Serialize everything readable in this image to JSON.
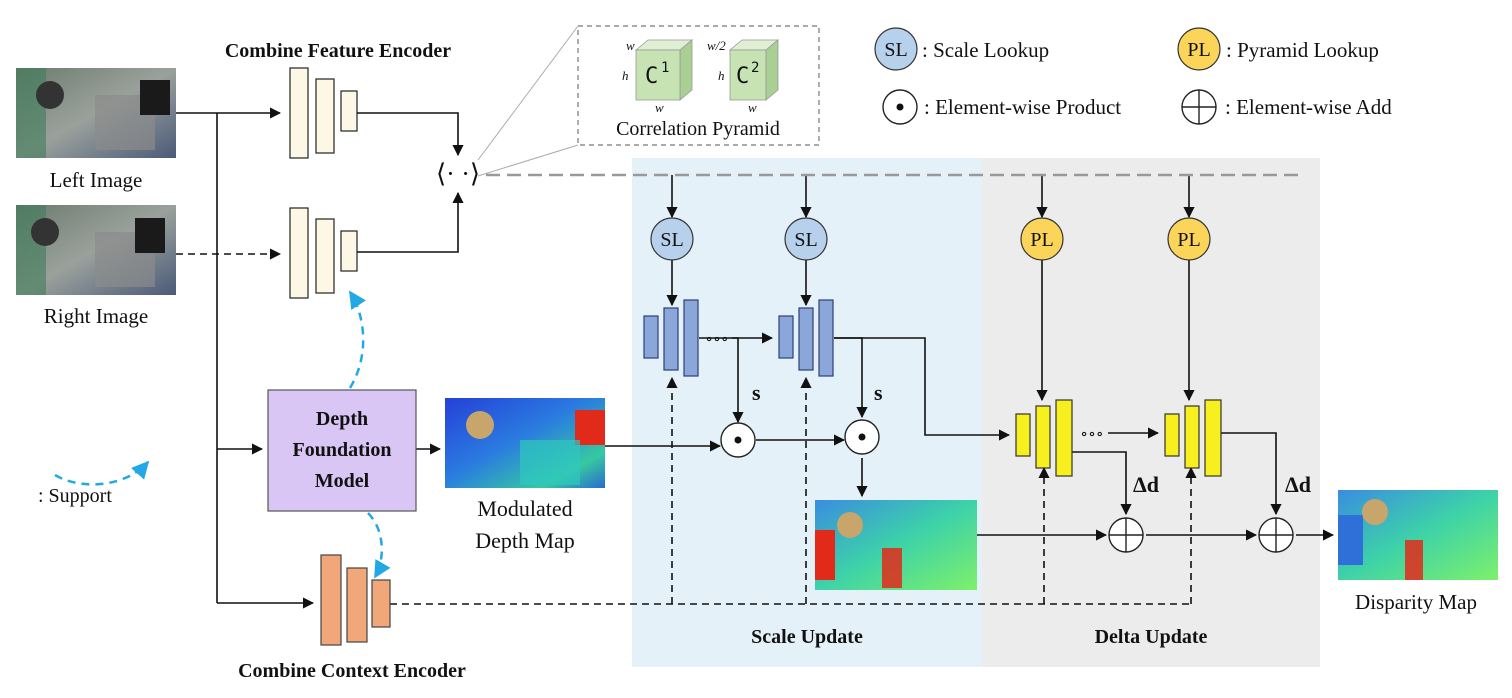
{
  "inputs": {
    "left_label": "Left Image",
    "right_label": "Right Image"
  },
  "encoders": {
    "feature_title": "Combine Feature Encoder",
    "context_title": "Combine Context Encoder"
  },
  "correlation": {
    "title": "Correlation Pyramid",
    "c1_base": "C",
    "c1_sup": "1",
    "c2_base": "C",
    "c2_sup": "2",
    "dim_w": "w",
    "dim_w2": "w/2",
    "dim_h": "h",
    "op_symbol": "⟨· ·⟩"
  },
  "dfm": {
    "line1": "Depth",
    "line2": "Foundation",
    "line3": "Model"
  },
  "depth_map": {
    "line1": "Modulated",
    "line2": "Depth Map"
  },
  "legend": {
    "sl_symbol": "SL",
    "sl_text": ": Scale Lookup",
    "pl_symbol": "PL",
    "pl_text": ": Pyramid Lookup",
    "dot_text": ": Element-wise Product",
    "plus_text": ": Element-wise Add",
    "support_text": ": Support"
  },
  "nodes": {
    "sl": "SL",
    "pl": "PL",
    "s": "s",
    "delta_d": "Δd",
    "ellipsis": "∘∘∘"
  },
  "sections": {
    "scale": "Scale Update",
    "delta": "Delta Update"
  },
  "output": {
    "label": "Disparity Map"
  },
  "colors": {
    "encoder_fill": "#fdf8e6",
    "context_fill": "#f2a77a",
    "gru_blue": "#8ba6d9",
    "gru_yellow": "#f7f01e",
    "sl_fill": "#b7d1ec",
    "pl_fill": "#fbd45a",
    "dfm_fill": "#d9c6f5",
    "scale_bg": "#e4f1f9",
    "delta_bg": "#ececec",
    "support_arrow": "#23a8e6",
    "cube_front": "#c7e2b3"
  }
}
